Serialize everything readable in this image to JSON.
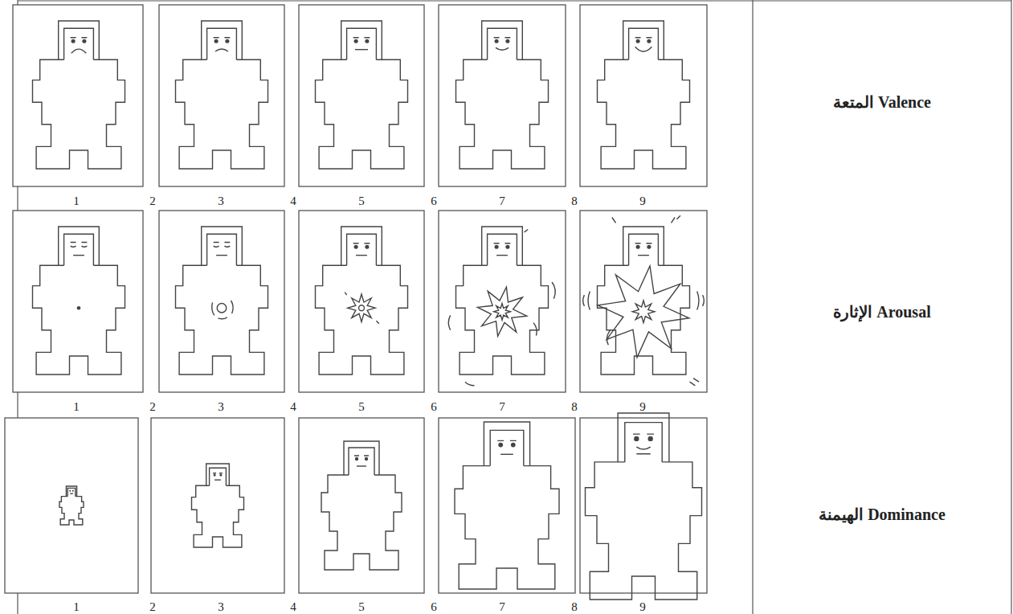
{
  "diagram": {
    "labels": [
      "1",
      "2",
      "3",
      "4",
      "5",
      "6",
      "7",
      "8",
      "9",
      "المتعة Valence",
      "1",
      "2",
      "3",
      "4",
      "5",
      "6",
      "7",
      "8",
      "9",
      "الإثارة Arousal",
      "1",
      "2",
      "3",
      "4",
      "5",
      "6",
      "7",
      "8",
      "9",
      "الهيمنة Dominance"
    ]
  }
}
